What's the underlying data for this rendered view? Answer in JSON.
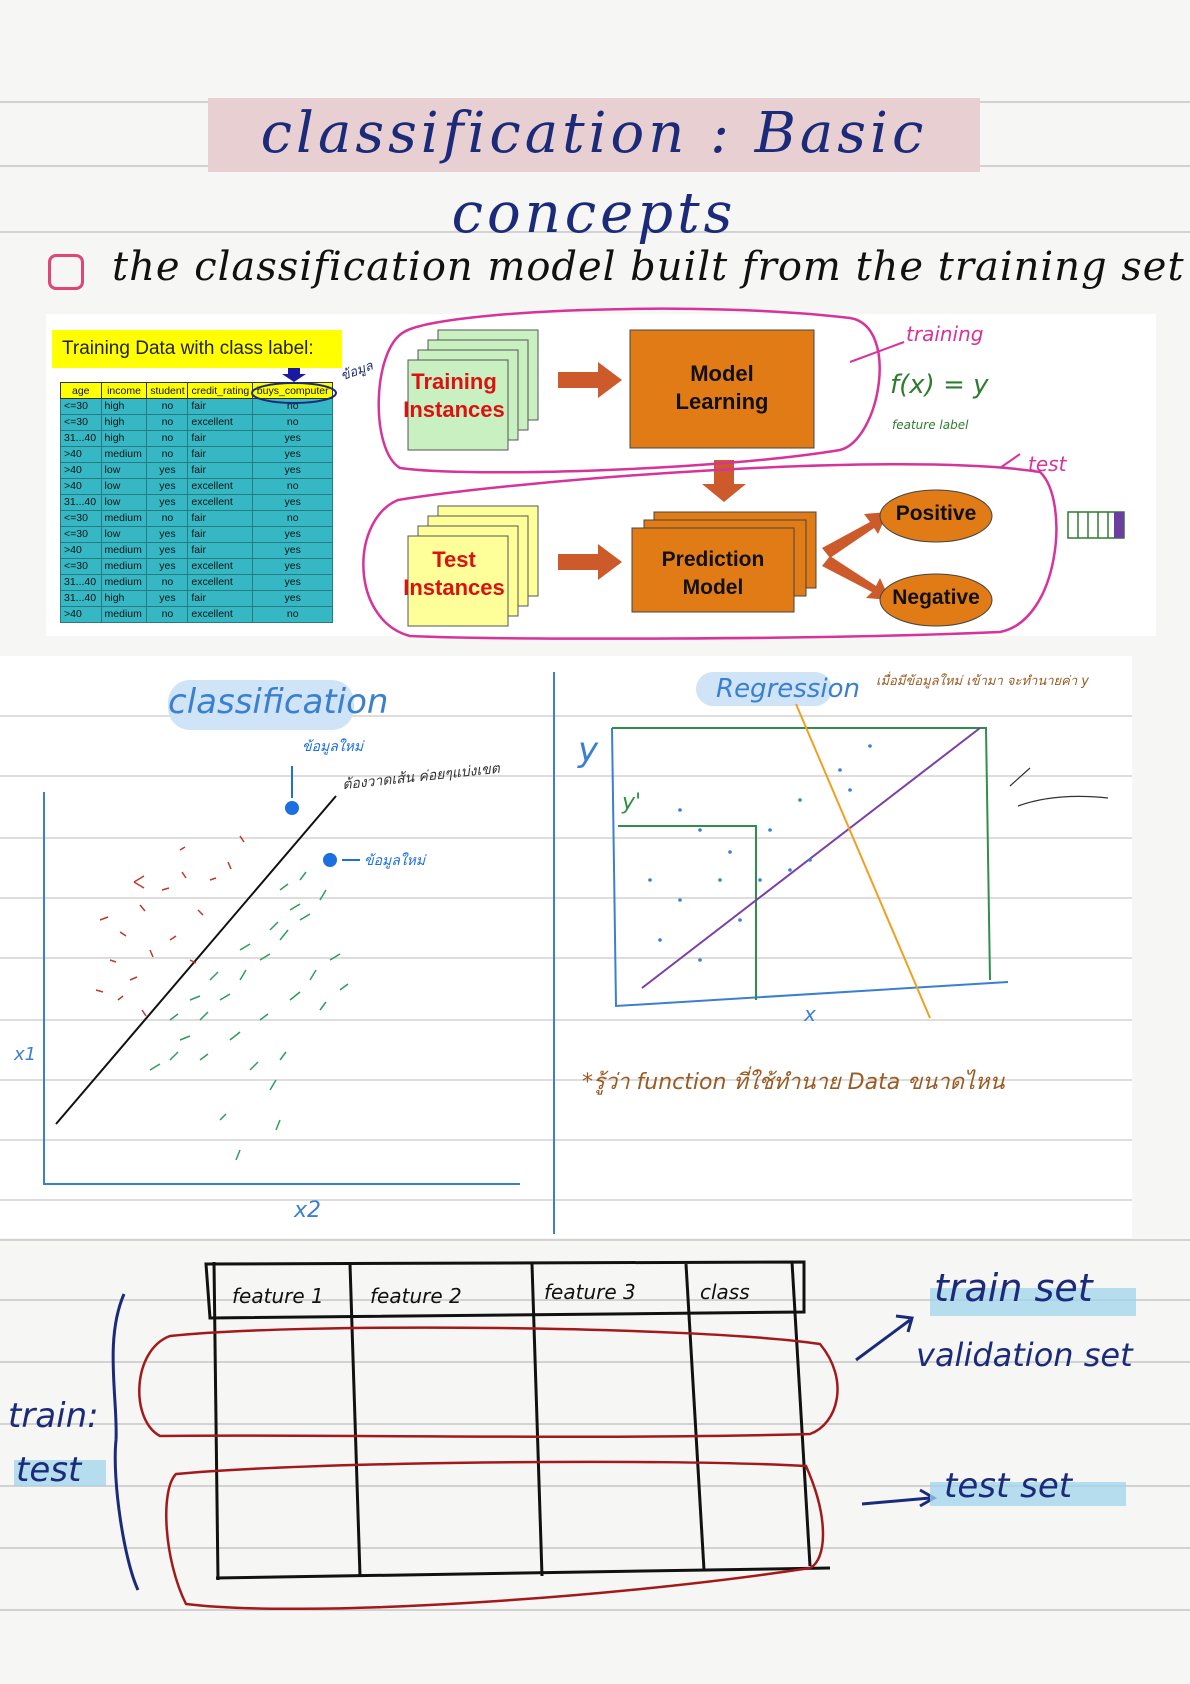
{
  "title": "classification : Basic concepts",
  "heading": "the classification model built from the training set",
  "figure": {
    "training_label": "Training Data with class label:",
    "table": {
      "headers": [
        "age",
        "income",
        "student",
        "credit_rating",
        "buys_computer"
      ],
      "rows": [
        [
          "<=30",
          "high",
          "no",
          "fair",
          "no"
        ],
        [
          "<=30",
          "high",
          "no",
          "excellent",
          "no"
        ],
        [
          "31...40",
          "high",
          "no",
          "fair",
          "yes"
        ],
        [
          ">40",
          "medium",
          "no",
          "fair",
          "yes"
        ],
        [
          ">40",
          "low",
          "yes",
          "fair",
          "yes"
        ],
        [
          ">40",
          "low",
          "yes",
          "excellent",
          "no"
        ],
        [
          "31...40",
          "low",
          "yes",
          "excellent",
          "yes"
        ],
        [
          "<=30",
          "medium",
          "no",
          "fair",
          "no"
        ],
        [
          "<=30",
          "low",
          "yes",
          "fair",
          "yes"
        ],
        [
          ">40",
          "medium",
          "yes",
          "fair",
          "yes"
        ],
        [
          "<=30",
          "medium",
          "yes",
          "excellent",
          "yes"
        ],
        [
          "31...40",
          "medium",
          "no",
          "excellent",
          "yes"
        ],
        [
          "31...40",
          "high",
          "yes",
          "fair",
          "yes"
        ],
        [
          ">40",
          "medium",
          "no",
          "excellent",
          "no"
        ]
      ]
    },
    "training_instances": [
      "Training",
      "Instances"
    ],
    "model_learning": [
      "Model",
      "Learning"
    ],
    "test_instances": [
      "Test",
      "Instances"
    ],
    "prediction_model": [
      "Prediction",
      "Model"
    ],
    "positive": "Positive",
    "negative": "Negative"
  },
  "notes": {
    "training": "training",
    "fx": "f(x) = y",
    "feature_label": "feature  label",
    "test": "test",
    "side_thai": "ข้อมูล",
    "classification": "classification",
    "new_data_1": "ข้อมูลใหม่",
    "new_data_2": "ข้อมูลใหม่",
    "thai_note": "ต้องวาดเส้น ค่อยๆแบ่งเขต",
    "x1": "x1",
    "x2": "x2",
    "regression": "Regression",
    "y": "y",
    "y_prime": "y'",
    "x": "x",
    "function_note": "*รู้ว่า function ที่ใช้ทำนาย Data ขนาดไหน",
    "regression_note": "เมื่อมีข้อมูลใหม่ เข้ามา จะทำนายค่า y"
  },
  "split": {
    "headers": [
      "feature 1",
      "feature 2",
      "feature 3",
      "class"
    ],
    "train": "train:",
    "test": "test",
    "train_set": "train set",
    "validation_set": "validation set",
    "test_set": "test set"
  },
  "colors": {
    "ink_blue": "#1b2b7a",
    "pink": "#d6339b",
    "orange_box": "#e07b16",
    "brown": "#9a5b22",
    "highlight_blue": "#9fd4ec",
    "dark_red": "#a3191b"
  }
}
